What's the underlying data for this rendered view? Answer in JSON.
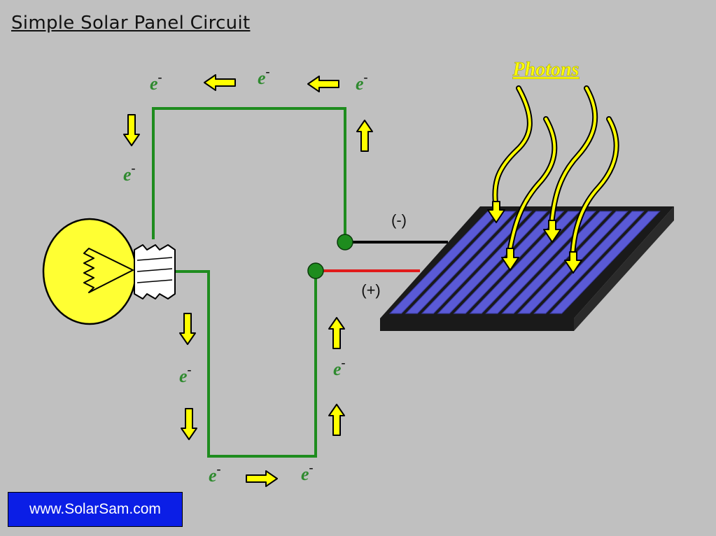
{
  "title": "Simple Solar Panel Circuit",
  "photons_label": "Photons",
  "electron_symbol": "e",
  "electron_charge": "-",
  "negative_terminal_label": "(-)",
  "positive_terminal_label": "(+)",
  "footer_text": "www.SolarSam.com",
  "colors": {
    "background": "#c0c0c0",
    "wire": "#1e8c1e",
    "arrow": "#ffff00",
    "electron_label": "#2f8a2f",
    "bulb": "#ffff33",
    "panel_cell": "#5a5ad6",
    "panel_frame": "#1a1a1a",
    "negative_lead": "#000000",
    "positive_lead": "#e11b1b",
    "footer_bg": "#0b1ee6"
  }
}
